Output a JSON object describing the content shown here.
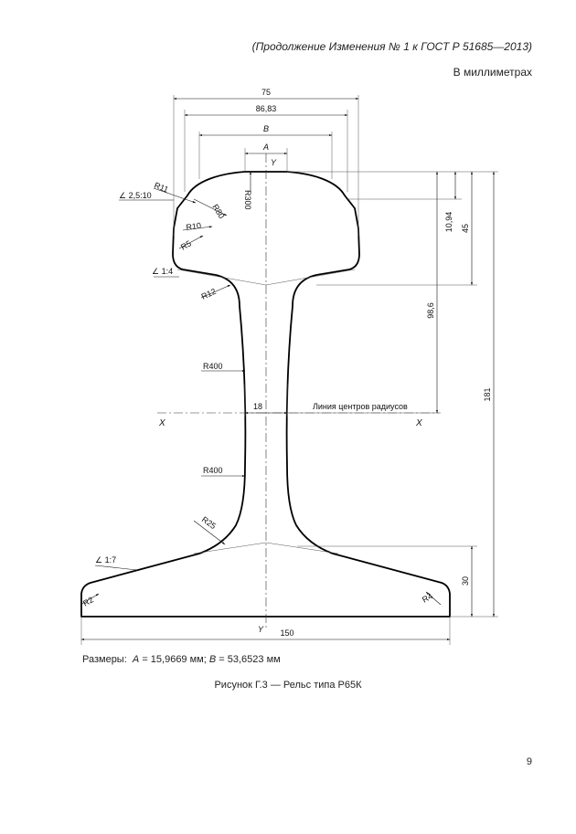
{
  "header": {
    "continuation": "(Продолжение Изменения № 1 к ГОСТ Р 51685—2013)",
    "units": "В миллиметрах"
  },
  "drawing": {
    "dims": {
      "width_75": "75",
      "width_head": "86,83",
      "width_B": "B",
      "width_A": "A",
      "web_18": "18",
      "base_150": "150",
      "height_10": "10,94",
      "height_45": "45",
      "height_986": "98,6",
      "height_181": "181",
      "height_30": "30"
    },
    "radii": {
      "r11": "R11",
      "r80": "R80",
      "r300": "R300",
      "r10": "R10",
      "r5": "R5",
      "r12": "R12",
      "r400_top": "R400",
      "r400_bottom": "R400",
      "r25": "R25",
      "r2": "R2",
      "r4": "R4"
    },
    "slopes": {
      "head_taper": "∠ 2,5:10",
      "head_under": "∠ 1:4",
      "foot_slope": "∠ 1:7"
    },
    "axes": {
      "x_left": "X",
      "x_right": "X",
      "y_top": "Y",
      "y_bottom": "Y",
      "center_line_label": "Линия центров радиусов"
    }
  },
  "dimensions_caption": {
    "prefix": "Размеры:",
    "a_symbol": "A",
    "a_value": "= 15,9669 мм;",
    "b_symbol": "B",
    "b_value": "= 53,6523 мм"
  },
  "figure_caption": "Рисунок Г.3 — Рельс типа Р65К",
  "page_number": "9"
}
